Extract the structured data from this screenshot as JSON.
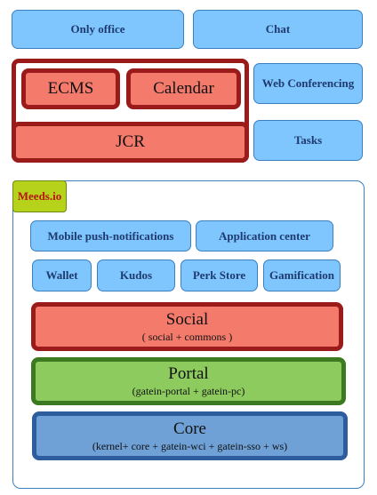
{
  "top": {
    "only_office": "Only office",
    "chat": "Chat"
  },
  "ecm_group": {
    "ecms": "ECMS",
    "calendar": "Calendar",
    "jcr": "JCR"
  },
  "side": {
    "web_conferencing": "Web Conferencing",
    "tasks": "Tasks"
  },
  "meeds": {
    "badge": "Meeds.io",
    "mobile_push": "Mobile push-notifications",
    "app_center": "Application center",
    "wallet": "Wallet",
    "kudos": "Kudos",
    "perk_store": "Perk Store",
    "gamification": "Gamification",
    "social": {
      "title": "Social",
      "subtitle": "( social + commons )"
    },
    "portal": {
      "title": "Portal",
      "subtitle": "(gatein-portal + gatein-pc)"
    },
    "core": {
      "title": "Core",
      "subtitle": "(kernel+ core + gatein-wci + gatein-sso + ws)"
    }
  },
  "colors": {
    "blue_fill": "#7fc6ff",
    "red_fill": "#f47a6c",
    "red_border": "#9b1a1a",
    "green_fill": "#8dcb5e",
    "green_border": "#3c7a22",
    "core_fill": "#6fa1d6",
    "core_border": "#2d5d9c",
    "badge_fill": "#b6d21a"
  }
}
